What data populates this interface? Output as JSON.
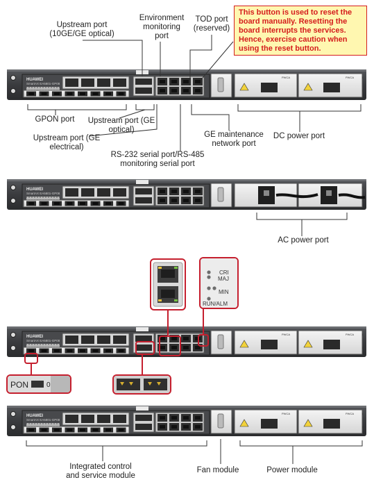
{
  "labels": {
    "upstream_10ge": [
      "Upstream port",
      "(10GE/GE optical)"
    ],
    "env_monitor": [
      "Environment",
      "monitoring",
      "port"
    ],
    "tod": [
      "TOD port",
      "(reserved)"
    ],
    "warning": [
      "This button is used to reset the",
      "board manually. Resetting the",
      "board interrupts the services.",
      "Hence, exercise caution when",
      "using the reset button."
    ],
    "gpon": "GPON port",
    "upstream_ge_optical": [
      "Upstream port (GE",
      "optical)"
    ],
    "upstream_ge_electrical": [
      "Upstream port (GE",
      "electrical)"
    ],
    "rs232": [
      "RS-232 serial port/RS-485",
      "monitoring serial port"
    ],
    "ge_maint": [
      "GE maintenance",
      "network port"
    ],
    "dc_power": "DC power port",
    "ac_power": "AC power port",
    "integrated": [
      "Integrated control",
      "and service module"
    ],
    "fan": "Fan module",
    "power": "Power module"
  },
  "device": {
    "brand": "HUAWEI",
    "model": "SmartAX EA5801-GP08",
    "pwr_label": "PWCA"
  },
  "zoom": {
    "pon": "PON",
    "pon_num": "0",
    "cri": "CRI",
    "maj": "MAJ",
    "min": "MIN",
    "run_alm": "RUN/ALM"
  },
  "colors": {
    "warning_text": "#d41c1c",
    "warning_fill": "#fff7b0",
    "highlight": "#c51f2e",
    "chassis": "#3a3b3e",
    "port_bay": "#e2e2e2"
  }
}
